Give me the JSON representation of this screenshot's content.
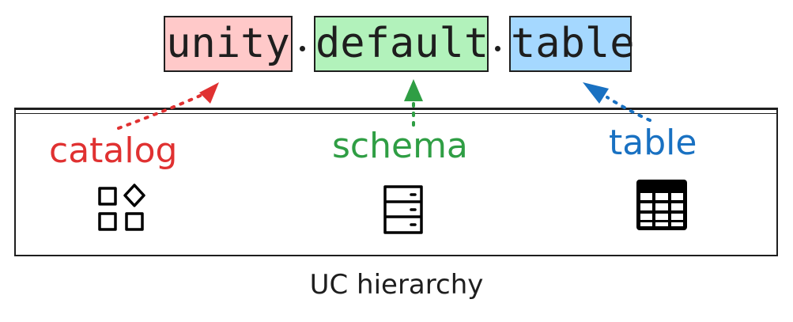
{
  "fqn": {
    "catalog": "unity",
    "separator": ".",
    "schema": "default",
    "table": "table"
  },
  "levels": {
    "catalog": {
      "label": "catalog",
      "icon": "catalog-grid-icon",
      "color": "#e03131",
      "fill": "#ffc9c9"
    },
    "schema": {
      "label": "schema",
      "icon": "schema-server-icon",
      "color": "#2f9e44",
      "fill": "#b2f2bb"
    },
    "table": {
      "label": "table",
      "icon": "table-grid-icon",
      "color": "#1971c2",
      "fill": "#a5d8ff"
    }
  },
  "caption": "UC hierarchy"
}
